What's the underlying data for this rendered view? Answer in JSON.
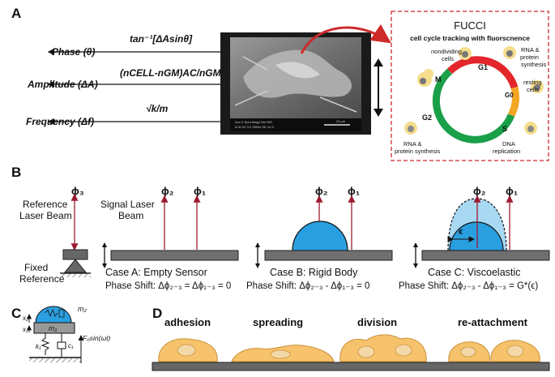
{
  "panel_a": {
    "label": "A",
    "outputs": [
      {
        "label": "Phase (θ)",
        "formula": "tan⁻¹[ΔAsinθ]"
      },
      {
        "label": "Amplitude (ΔA)",
        "formula": "(nCELL-nGM)AC/nGMAS"
      },
      {
        "label": "Frequency (Δf)",
        "formula": "√k/m"
      }
    ],
    "sem": {
      "meta_1": "Acc.V  Spot Magn   Det  WD",
      "meta_2": "5.00 kV 3.0  3500x   SE  10.3",
      "scale": "20 μm"
    },
    "fucci": {
      "title": "FUCCI",
      "subtitle": "cell cycle tracking with fluorscnence",
      "phases": {
        "g1": "G1",
        "g0": "G0",
        "s": "S",
        "g2": "G2",
        "m": "M"
      },
      "labels": {
        "nondividing_1": "nondividing",
        "nondividing_2": "cells",
        "rna_top_1": "RNA &",
        "rna_top_2": "protein",
        "rna_top_3": "synthesis",
        "resting_1": "resting",
        "resting_2": "cells",
        "rna_bottom_1": "RNA &",
        "rna_bottom_2": "protein synthesis",
        "dna_1": "DNA",
        "dna_2": "replication"
      }
    }
  },
  "panel_b": {
    "label": "B",
    "phi": {
      "phi1": "ϕ₁",
      "phi2": "ϕ₂",
      "phi3": "ϕ₃"
    },
    "reference": {
      "beam_1": "Reference",
      "beam_2": "Laser Beam",
      "fixed_1": "Fixed",
      "fixed_2": "Reference"
    },
    "signal": {
      "beam_1": "Signal Laser",
      "beam_2": "Beam"
    },
    "cases": [
      {
        "title": "Case A: Empty Sensor",
        "phase_shift": "Phase Shift: Δϕ₂₋₃ = Δϕ₁₋₃ = 0"
      },
      {
        "title": "Case B: Rigid Body",
        "phase_shift": "Phase Shift: Δϕ₂₋₃ - Δϕ₁₋₃ = 0"
      },
      {
        "title": "Case C: Viscoelastic",
        "phase_shift": "Phase Shift: Δϕ₂₋₃ - Δϕ₁₋₃ = G*(ϵ)",
        "strain_symbol": "ϵ"
      }
    ]
  },
  "panel_c": {
    "label": "C",
    "m2": "m₂",
    "m1": "m₁",
    "x2": "x₂",
    "x1": "x₁",
    "k1": "k₁",
    "c1": "c₁",
    "force": "F₀sin(ωt)"
  },
  "panel_d": {
    "label": "D",
    "stages": [
      "adhesion",
      "spreading",
      "division",
      "re-attachment"
    ]
  }
}
